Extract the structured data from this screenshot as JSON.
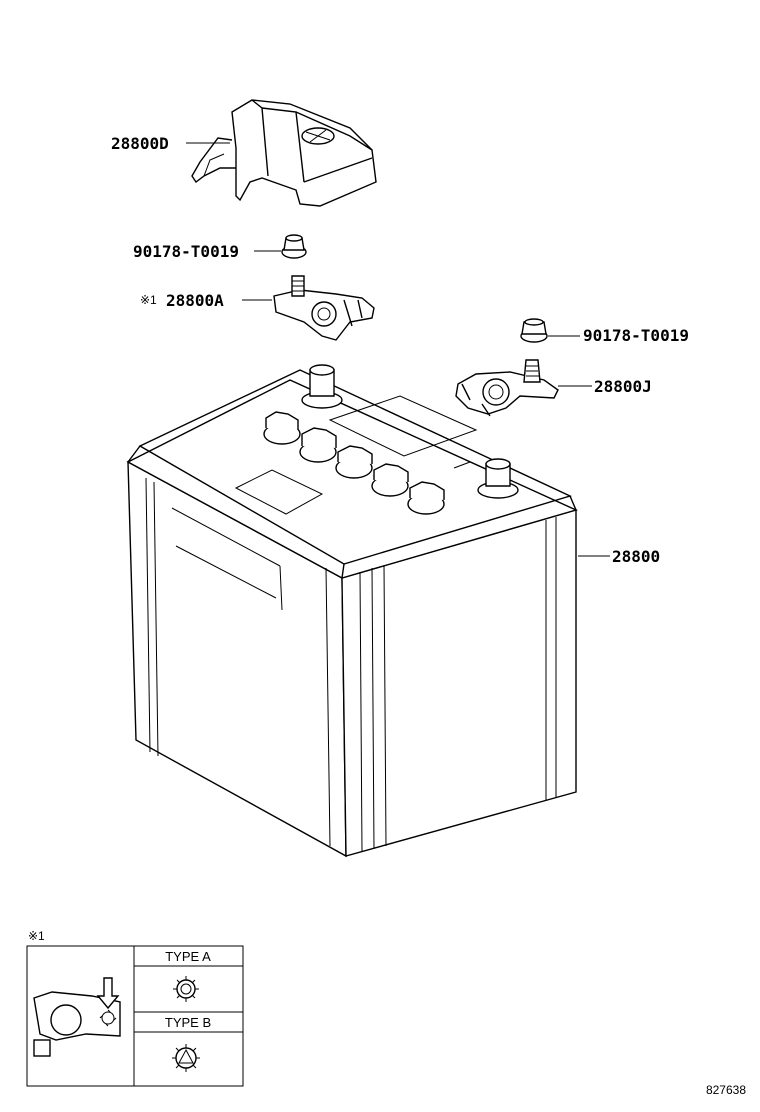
{
  "parts": {
    "cover": "28800D",
    "bolt_left": "90178-T0019",
    "terminal_a_mark": "※1",
    "terminal_a": "28800A",
    "bolt_right": "90178-T0019",
    "terminal_j": "28800J",
    "battery": "28800"
  },
  "inset": {
    "note_mark": "※1",
    "type_a": "TYPE A",
    "type_b": "TYPE B"
  },
  "figure_number": "827638"
}
